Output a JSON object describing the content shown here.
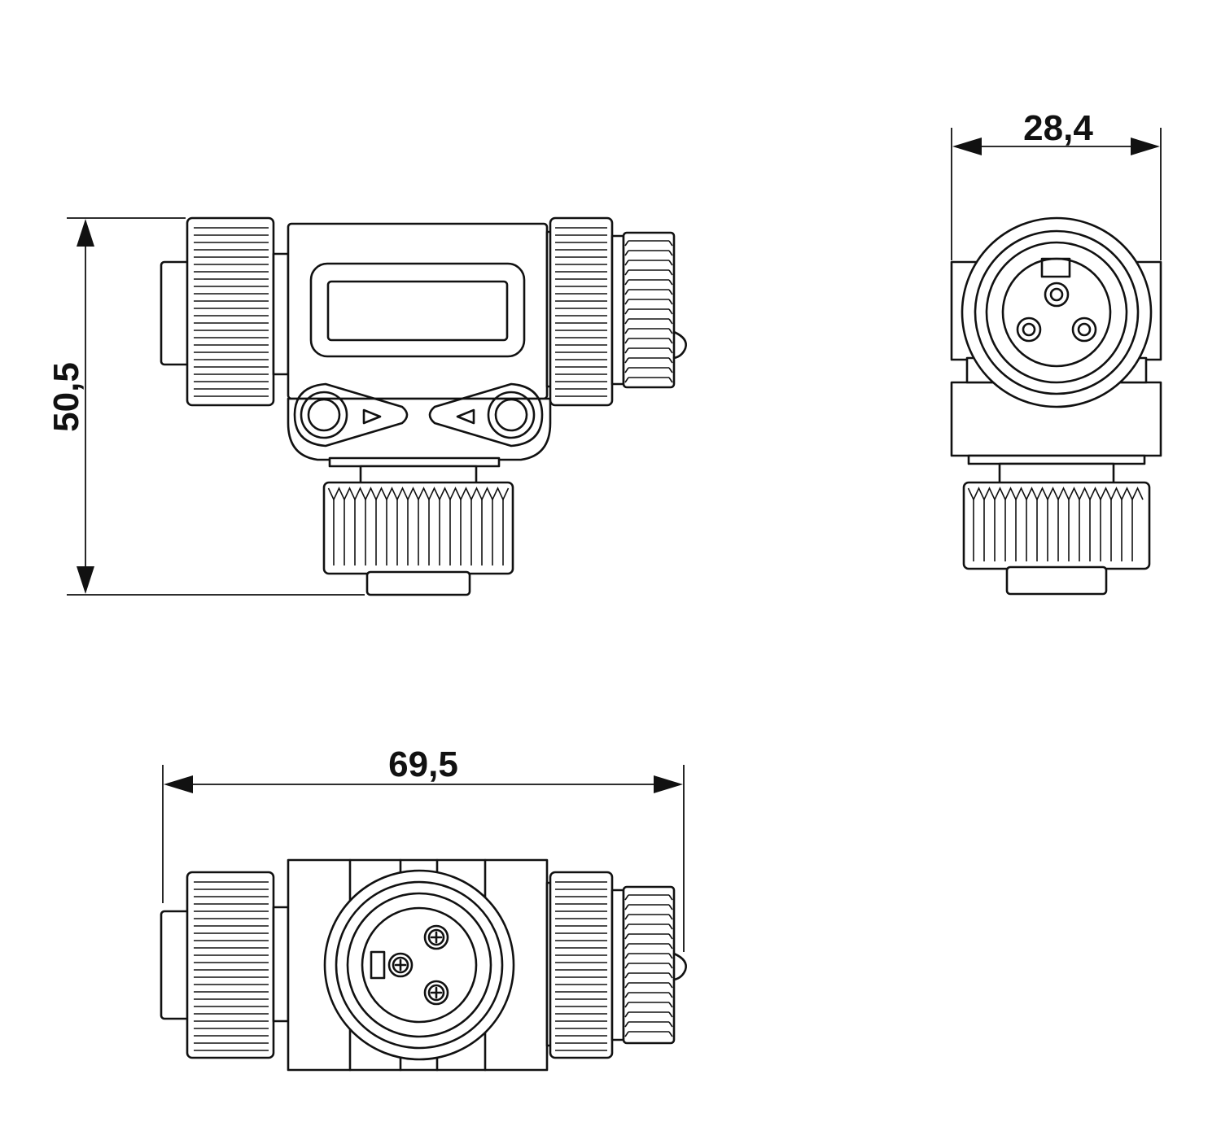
{
  "dimensions": {
    "height_label": "50,5",
    "width_side_label": "28,4",
    "length_label": "69,5"
  },
  "colors": {
    "line": "#111111",
    "background": "#ffffff"
  }
}
